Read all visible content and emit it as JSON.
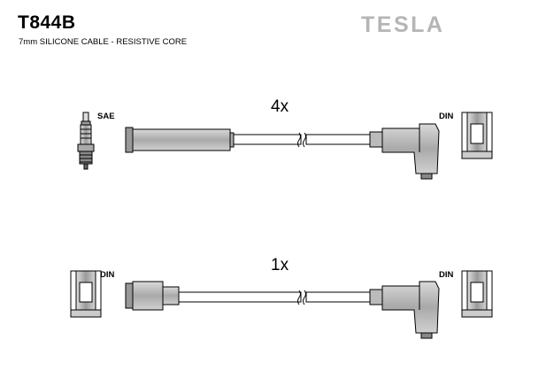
{
  "header": {
    "part_number": "T844B",
    "description": "7mm SILICONE CABLE - RESISTIVE CORE",
    "brand": "TESLA"
  },
  "leads": [
    {
      "quantity": "4x",
      "left_label": "SAE",
      "right_label": "DIN"
    },
    {
      "quantity": "1x",
      "left_label": "DIN",
      "right_label": "DIN"
    }
  ],
  "colors": {
    "line": "#000000",
    "connector_fill": "#bdbdbd",
    "brand": "#b5b5b5"
  }
}
